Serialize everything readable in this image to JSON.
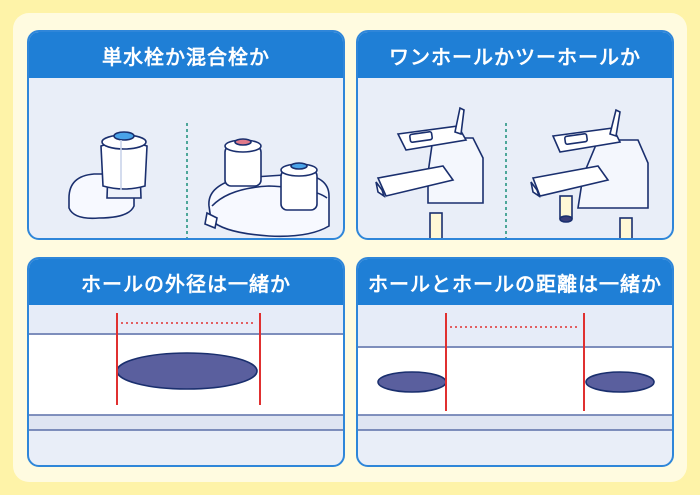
{
  "cards": {
    "tl": {
      "title": "単水栓か混合栓か"
    },
    "tr": {
      "title": "ワンホールかツーホールか"
    },
    "bl": {
      "title": "ホールの外径は一緒か"
    },
    "br": {
      "title": "ホールとホールの距離は一緒か"
    }
  },
  "colors": {
    "frame": "#fef3a8",
    "card_border": "#2f86d9",
    "header": "#1f7fd6",
    "card_bg": "#e9eef8",
    "hole": "#5a5f9e",
    "measure_line": "#e03030",
    "hot_handle": "#e07a8a",
    "cold_handle": "#4aa3e8"
  },
  "icons": [
    "single-faucet-icon",
    "mixing-faucet-icon",
    "one-hole-faucet-icon",
    "two-hole-faucet-icon"
  ]
}
